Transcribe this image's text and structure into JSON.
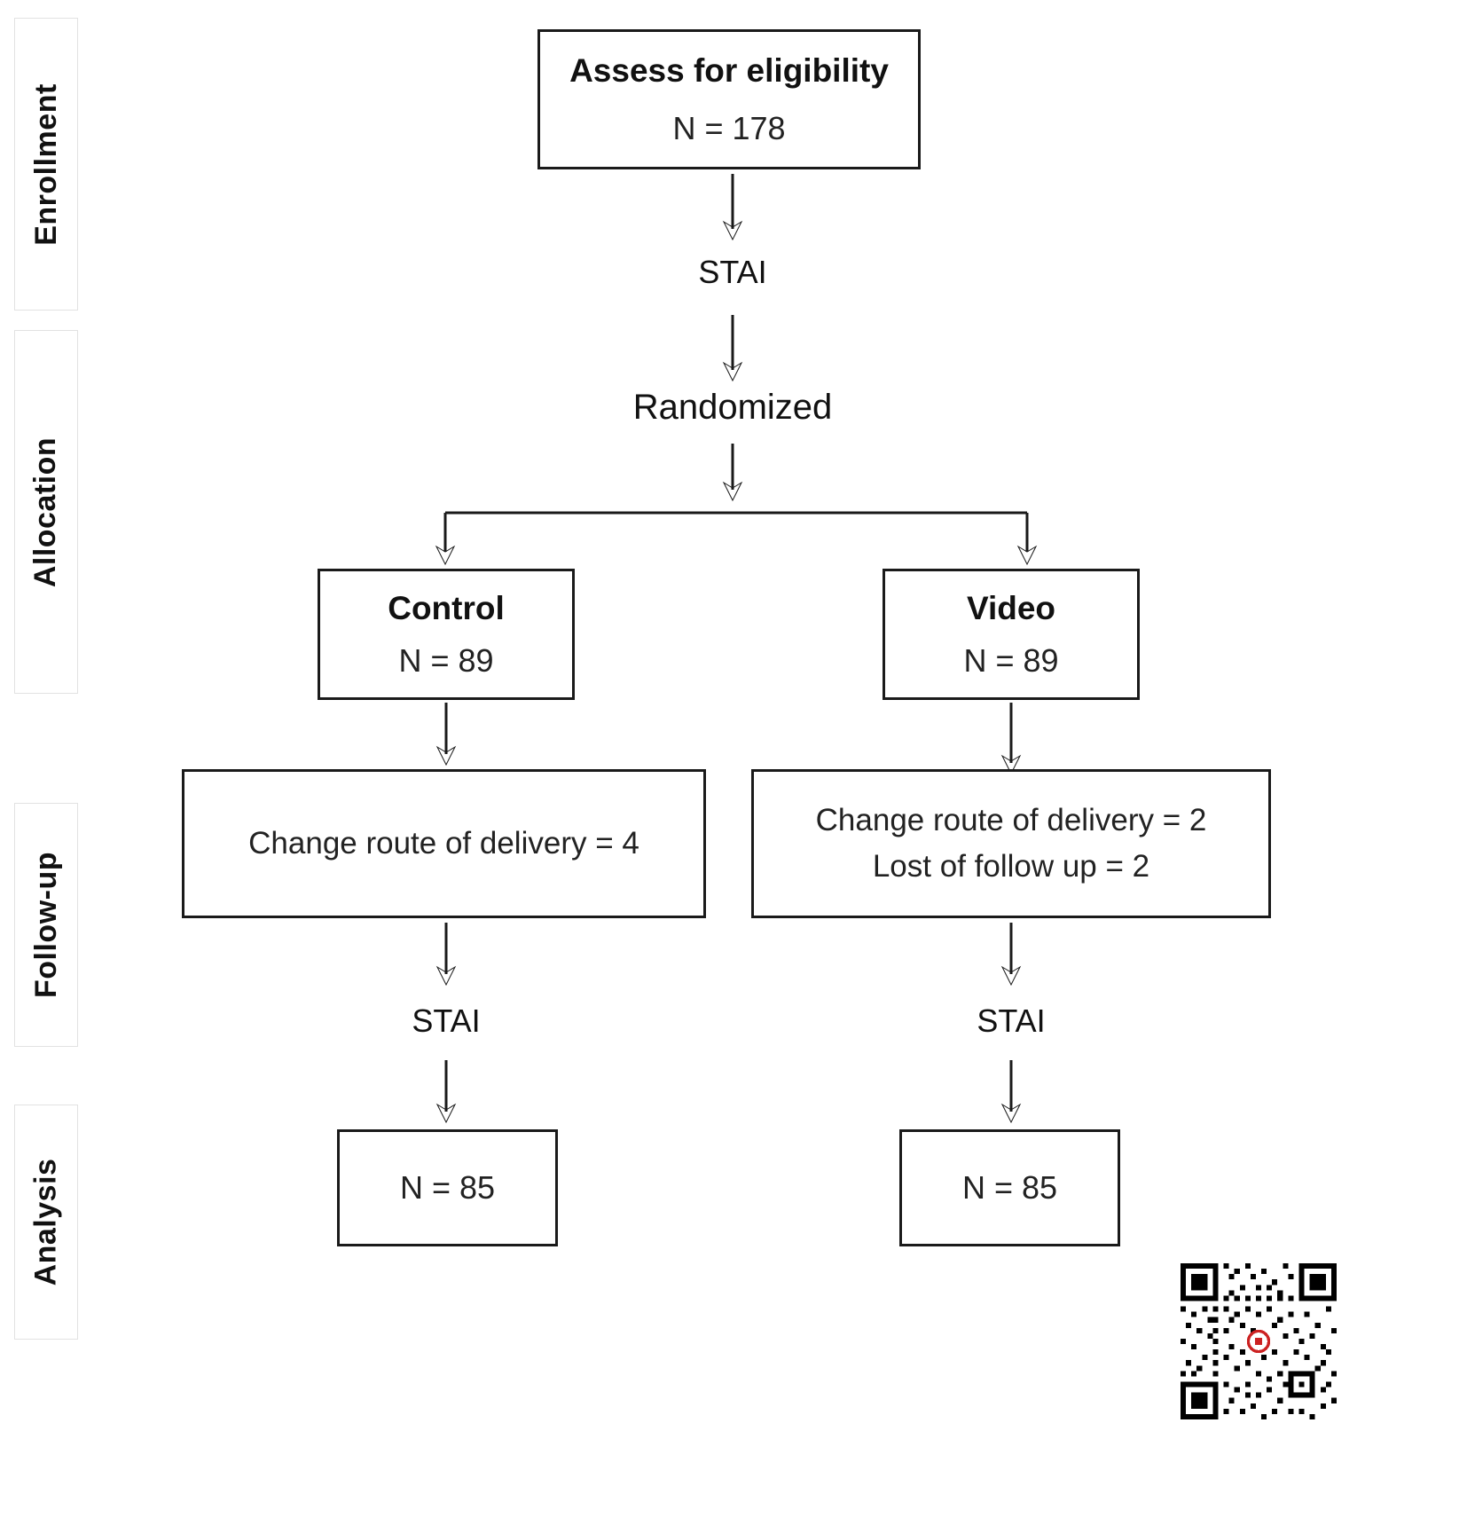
{
  "diagram": {
    "type": "consort-flow-diagram",
    "stages": [
      {
        "id": "enrollment",
        "label": "Enrollment"
      },
      {
        "id": "allocation",
        "label": "Allocation"
      },
      {
        "id": "followup",
        "label": "Follow-up"
      },
      {
        "id": "analysis",
        "label": "Analysis"
      }
    ],
    "nodes": {
      "eligibility": {
        "title": "Assess for eligibility",
        "count": "N = 178"
      },
      "stai_baseline": {
        "label": "STAI"
      },
      "randomized": {
        "label": "Randomized"
      },
      "control_group": {
        "title": "Control",
        "count": "N = 89"
      },
      "video_group": {
        "title": "Video",
        "count": "N = 89"
      },
      "control_followup": {
        "lines": [
          "Change route of delivery = 4"
        ]
      },
      "video_followup": {
        "lines": [
          "Change route of delivery = 2",
          "Lost of follow up = 2"
        ]
      },
      "stai_control": {
        "label": "STAI"
      },
      "stai_video": {
        "label": "STAI"
      },
      "control_analysis": {
        "count": "N = 85"
      },
      "video_analysis": {
        "count": "N = 85"
      }
    },
    "colors": {
      "box_border": "#1a1a1a",
      "stage_border": "#e2e2e2",
      "text": "#111111",
      "background": "#ffffff",
      "qr_dark": "#000000",
      "qr_accent": "#cc2222"
    },
    "qr_code": {
      "name": "qr-code"
    }
  }
}
